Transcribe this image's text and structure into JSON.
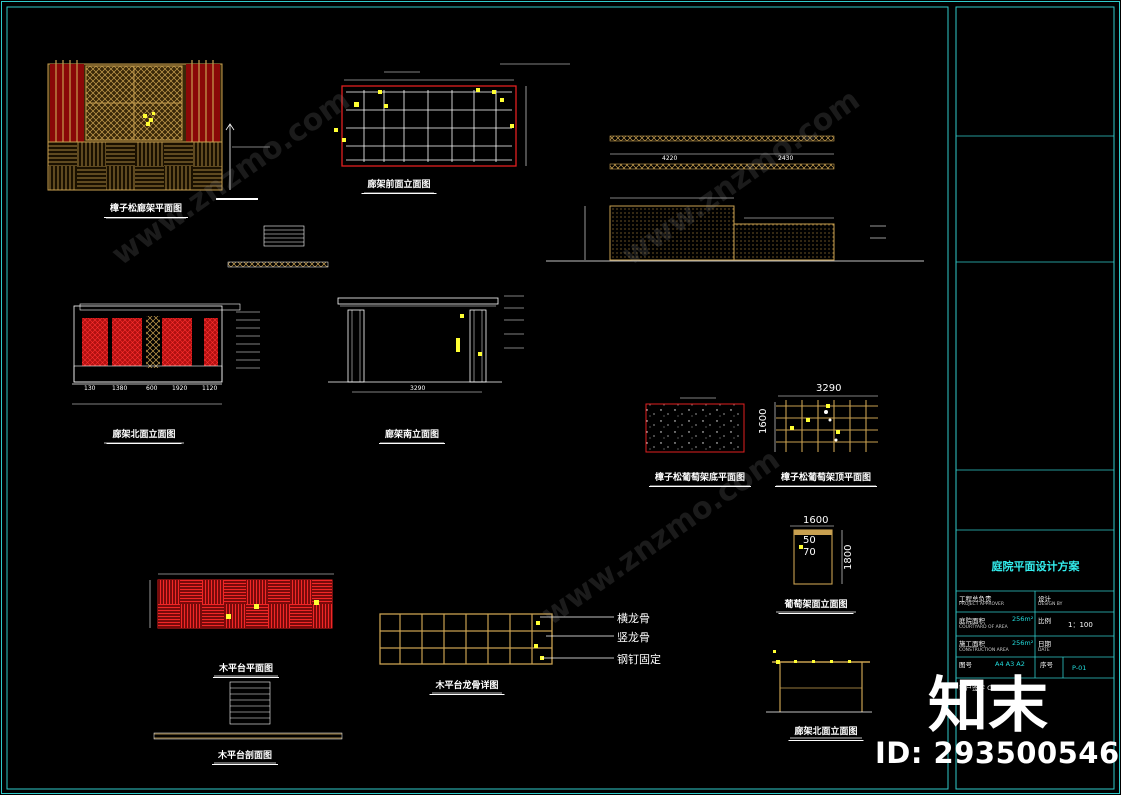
{
  "drawing_titles": {
    "pergola_plan": "樟子松廊架平面图",
    "front_elevation": "廊架前面立面图",
    "north_elevation": "廊架北面立面图",
    "south_elevation": "廊架南立面图",
    "grape_base_plan": "樟子松葡萄架底平面图",
    "grape_top_plan": "樟子松葡萄架顶平面图",
    "grape_side_elevation": "葡萄架面立面图",
    "pergola_north_elevation_2": "廊架北面立面图",
    "deck_plan": "木平台平面图",
    "deck_keel_detail": "木平台龙骨详图",
    "deck_section": "木平台剖面图"
  },
  "keel_labels": {
    "horizontal": "横龙骨",
    "vertical": "竖龙骨",
    "nail": "钢钉固定"
  },
  "dimensions": {
    "grape_top_width": "3290",
    "grape_top_height": "1600",
    "grape_side_width": "1600",
    "grape_side_height": "1800",
    "grape_side_a": "50",
    "grape_side_b": "70",
    "n_north_1": "1380",
    "n_north_2": "600",
    "n_north_3": "1920",
    "n_north_4": "1120",
    "n_north_5": "130",
    "s_south": "3290",
    "wall_1": "4220",
    "wall_2": "2430"
  },
  "title_block": {
    "project_name": "庭院平面设计方案",
    "project_approver": "工程总负责",
    "project_approver_en": "PROJECT APPROVER",
    "design": "设计",
    "design_en": "DESIGN BY",
    "courtyard_area": "庭院面积",
    "courtyard_area_en": "COURTYARD OF AREA",
    "courtyard_area_value": "256m²",
    "scale": "比例",
    "scale_value": "1：100",
    "construction_area": "施工面积",
    "construction_area_en": "CONSTRUCTION AREA",
    "construction_area_value": "256m²",
    "date": "日期",
    "date_en": "DATE",
    "drawing_no": "图号",
    "drawing_size": "A4 A3 A2",
    "serial": "序号",
    "serial_value": "P-01",
    "client": "客户签字 CLIENT"
  },
  "watermark": {
    "logo": "知末",
    "id": "ID: 293500546",
    "site": "www.znzmo.com"
  },
  "colors": {
    "background": "#000000",
    "frame": "#2fcaca",
    "wood": "#c8a050",
    "red": "#e02020",
    "yellow": "#ffff33",
    "white": "#ffffff"
  }
}
